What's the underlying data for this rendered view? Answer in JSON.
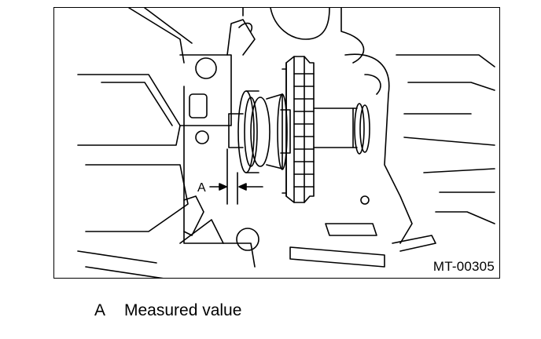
{
  "figure": {
    "code": "MT-00305",
    "callout_label": "A",
    "line_color": "#000000"
  },
  "legend": {
    "items": [
      {
        "key": "A",
        "text": "Measured value"
      }
    ]
  }
}
